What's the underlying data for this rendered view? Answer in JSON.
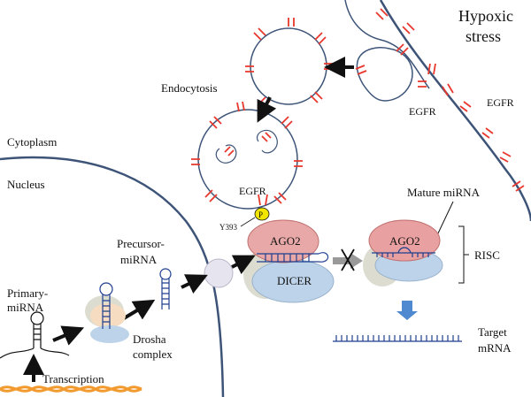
{
  "labels": {
    "hypoxic_stress_line1": "Hypoxic",
    "hypoxic_stress_line2": "stress",
    "endocytosis": "Endocytosis",
    "egfr_membrane_1": "EGFR",
    "egfr_membrane_2": "EGFR",
    "egfr_endosome": "EGFR",
    "cytoplasm": "Cytoplasm",
    "nucleus": "Nucleus",
    "mature_mirna": "Mature miRNA",
    "y393": "Y393",
    "phospho": "P",
    "ago2_left": "AGO2",
    "ago2_right": "AGO2",
    "dicer": "DICER",
    "risc": "RISC",
    "precursor_line1": "Precursor-",
    "precursor_line2": "miRNA",
    "primary_line1": "Primary-",
    "primary_line2": "miRNA",
    "drosha_line1": "Drosha",
    "drosha_line2": "complex",
    "target_line1": "Target",
    "target_line2": "mRNA",
    "transcription": "Transcription"
  },
  "colors": {
    "membrane": "#3d5478",
    "receptor": "#e8372c",
    "ago2_fill": "#e8a8a8",
    "ago2_fill_right": "#e8a0a0",
    "dicer_fill": "#bcd3ea",
    "protein_grey": "#dcdcd0",
    "rna": "#1f3f8f",
    "phospho": "#f2e600",
    "arrow": "#111111",
    "arrow_grey": "#999999",
    "arrow_blue": "#4f8ad0",
    "dna": "#f39a2e"
  }
}
